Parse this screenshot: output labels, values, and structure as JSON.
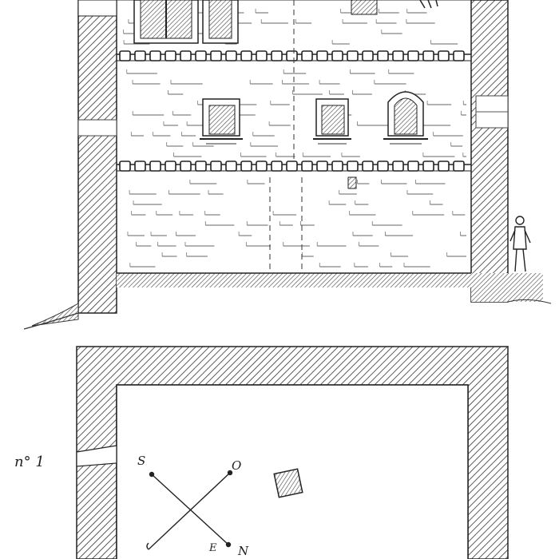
{
  "plate": {
    "plan_number_label": "n° 1"
  },
  "compass": {
    "north": "N",
    "south": "S",
    "east": "E",
    "west": "O"
  },
  "colors": {
    "ink": "#222222",
    "paper": "#ffffff",
    "stone": "#f4f4f4"
  }
}
